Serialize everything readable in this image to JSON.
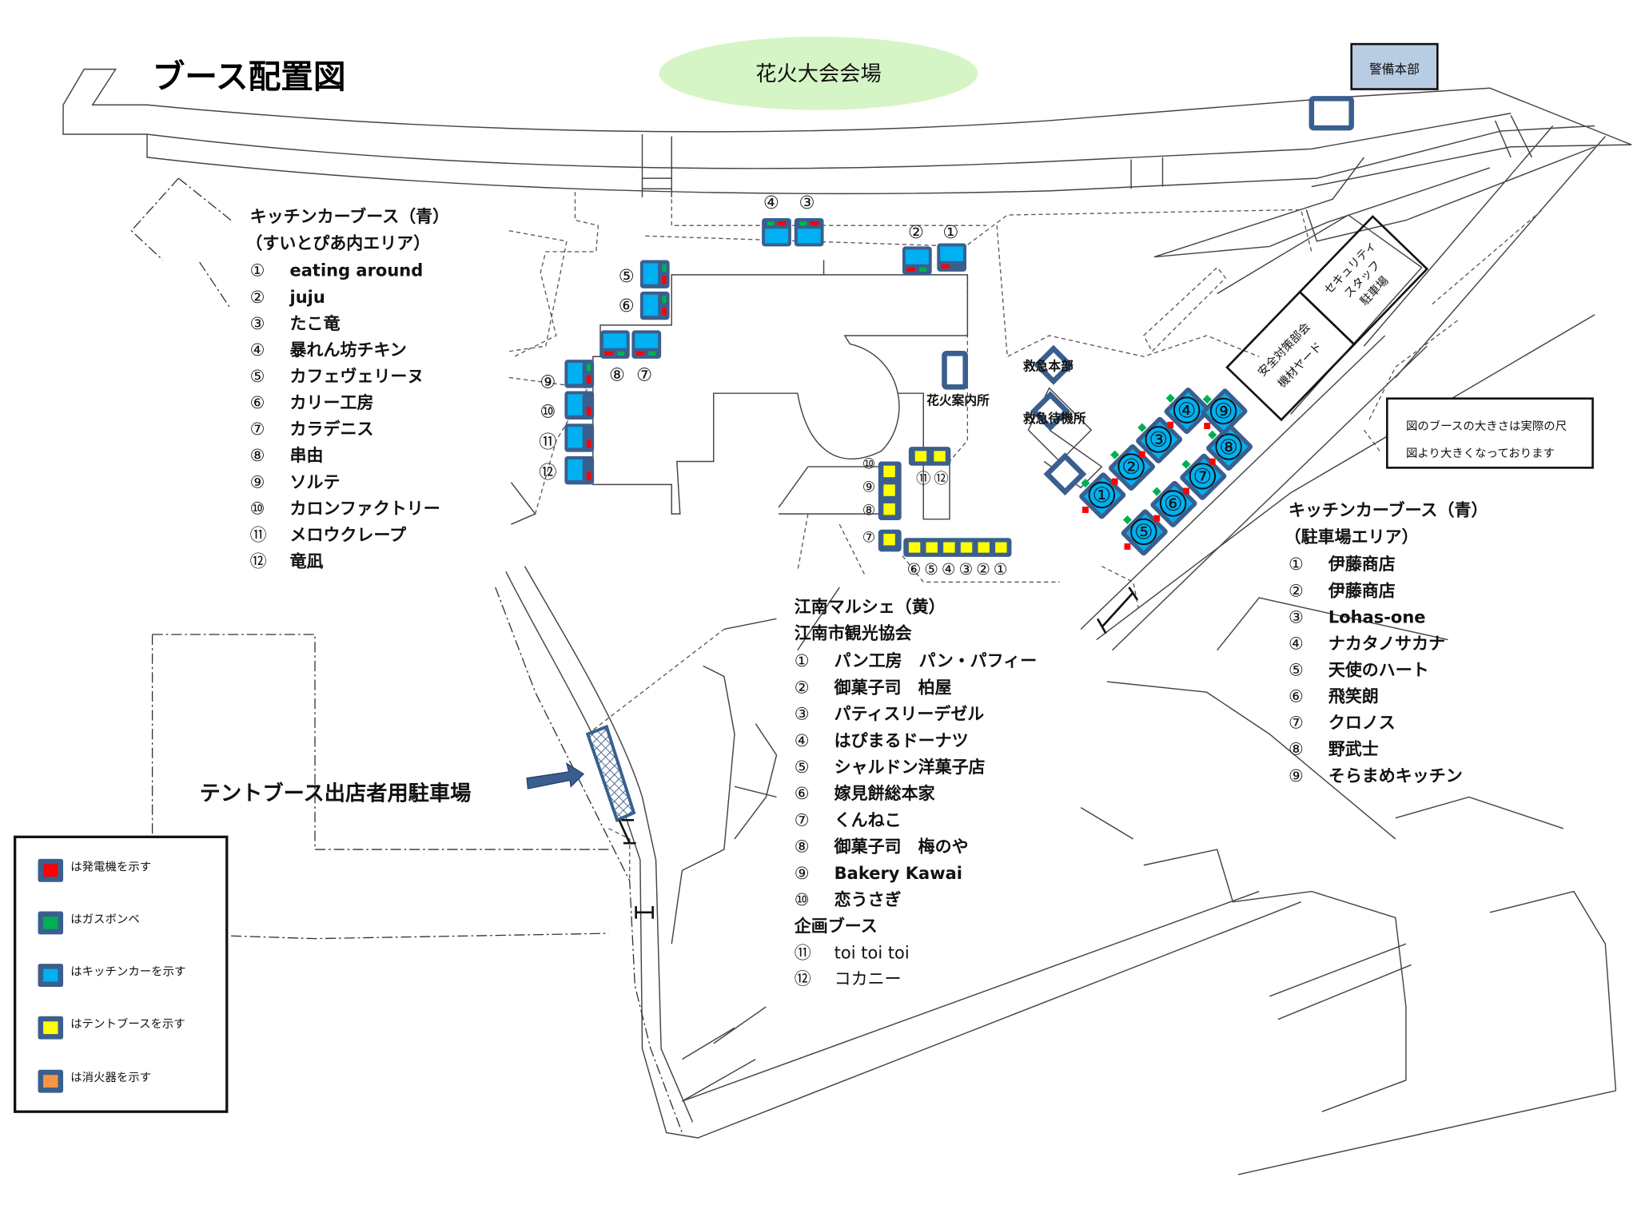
{
  "title": "ブース配置図",
  "venue": "花火大会会場",
  "security_hq": "警備本部",
  "map_labels": {
    "info_center": "花火案内所",
    "first_aid_hq": "救急本部",
    "first_aid_standby": "救急待機所",
    "safety_yard_line1": "安全対策部会",
    "safety_yard_line2": "機材ヤード",
    "security_parking_line1": "セキュリティ",
    "security_parking_line2": "スタッフ",
    "security_parking_line3": "駐車場",
    "tent_parking": "テントブース出店者用駐車場"
  },
  "note": [
    "図のブースの大きさは実際の尺",
    "図より大きくなっております"
  ],
  "kitchen_suitopia": {
    "heading": "キッチンカーブース（青）",
    "subheading": "（すいとぴあ内エリア）",
    "items": [
      {
        "num": "①",
        "name": "eating around"
      },
      {
        "num": "②",
        "name": "juju"
      },
      {
        "num": "③",
        "name": "たこ竜"
      },
      {
        "num": "④",
        "name": "暴れん坊チキン"
      },
      {
        "num": "⑤",
        "name": "カフェヴェリーヌ"
      },
      {
        "num": "⑥",
        "name": "カリー工房"
      },
      {
        "num": "⑦",
        "name": "カラデニス"
      },
      {
        "num": "⑧",
        "name": "串由"
      },
      {
        "num": "⑨",
        "name": "ソルテ"
      },
      {
        "num": "⑩",
        "name": "カロンファクトリー"
      },
      {
        "num": "⑪",
        "name": "メロウクレープ"
      },
      {
        "num": "⑫",
        "name": "竜凪"
      }
    ]
  },
  "marche": {
    "heading": "江南マルシェ（黄）",
    "subheading": "江南市観光協会",
    "items": [
      {
        "num": "①",
        "name": "パン工房　パン・パフィー"
      },
      {
        "num": "②",
        "name": "御菓子司　柏屋"
      },
      {
        "num": "③",
        "name": "パティスリーデゼル"
      },
      {
        "num": "④",
        "name": "はぴまるドーナツ"
      },
      {
        "num": "⑤",
        "name": "シャルドン洋菓子店"
      },
      {
        "num": "⑥",
        "name": "嫁見餅総本家"
      },
      {
        "num": "⑦",
        "name": "くんねこ"
      },
      {
        "num": "⑧",
        "name": "御菓子司　梅のや"
      },
      {
        "num": "⑨",
        "name": "Bakery Kawai"
      },
      {
        "num": "⑩",
        "name": "恋うさぎ"
      }
    ],
    "special_heading": "企画ブース",
    "special_items": [
      {
        "num": "⑪",
        "name": "toi toi toi"
      },
      {
        "num": "⑫",
        "name": "コカニー"
      }
    ]
  },
  "kitchen_parking": {
    "heading": "キッチンカーブース（青）",
    "subheading": "（駐車場エリア）",
    "items": [
      {
        "num": "①",
        "name": "伊藤商店"
      },
      {
        "num": "②",
        "name": "伊藤商店"
      },
      {
        "num": "③",
        "name": "Lohas-one"
      },
      {
        "num": "④",
        "name": "ナカタノサカナ"
      },
      {
        "num": "⑤",
        "name": "天使のハート"
      },
      {
        "num": "⑥",
        "name": "飛笑朗"
      },
      {
        "num": "⑦",
        "name": "クロノス"
      },
      {
        "num": "⑧",
        "name": "野武士"
      },
      {
        "num": "⑨",
        "name": "そらまめキッチン"
      }
    ]
  },
  "legend": [
    {
      "label": "は発電機を示す",
      "color": "#ff0000"
    },
    {
      "label": "はガスボンベ",
      "color": "#00b050"
    },
    {
      "label": "はキッチンカーを示す",
      "color": "#00b0f0"
    },
    {
      "label": "はテントブースを示す",
      "color": "#ffff00"
    },
    {
      "label": "は消火器を示す",
      "color": "#f79646"
    }
  ],
  "colors": {
    "booth_frame": "#3a5f8f",
    "kitchen_car": "#00b0f0",
    "tent": "#ffff00",
    "generator": "#ff0000",
    "gas": "#00b050",
    "venue": "#d6f5c6",
    "security_hq": "#b8cce4"
  }
}
